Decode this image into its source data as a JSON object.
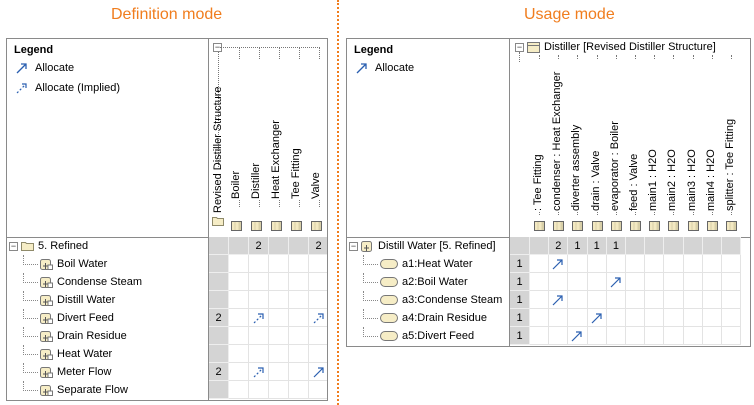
{
  "titles": {
    "definition": "Definition mode",
    "usage": "Usage mode"
  },
  "colors": {
    "accent": "#f07d1e",
    "arrow": "#2a5fb0",
    "gray": "#d4d4d4"
  },
  "definition": {
    "legend": {
      "title": "Legend",
      "items": [
        {
          "label": "Allocate",
          "icon": "allocate-arrow-icon"
        },
        {
          "label": "Allocate (Implied)",
          "icon": "allocate-implied-arrow-icon"
        }
      ]
    },
    "header_root": "Revised Distiller Structure",
    "columns": [
      "Boiler",
      "Distiller",
      "Heat Exchanger",
      "Tee Fitting",
      "Valve"
    ],
    "root_row": {
      "label": "5. Refined",
      "counts": [
        "",
        "2",
        "",
        "",
        "2"
      ]
    },
    "rows": [
      {
        "label": "Boil Water",
        "count": ""
      },
      {
        "label": "Condense Steam",
        "count": ""
      },
      {
        "label": "Distill Water",
        "count": ""
      },
      {
        "label": "Divert Feed",
        "count": "2"
      },
      {
        "label": "Drain Residue",
        "count": ""
      },
      {
        "label": "Heat Water",
        "count": ""
      },
      {
        "label": "Meter Flow",
        "count": "2"
      },
      {
        "label": "Separate Flow",
        "count": ""
      }
    ]
  },
  "usage": {
    "legend": {
      "title": "Legend",
      "items": [
        {
          "label": "Allocate",
          "icon": "allocate-arrow-icon"
        }
      ]
    },
    "header_root": "Distiller [Revised Distiller Structure]",
    "columns": [
      ": Tee Fitting",
      "condenser : Heat Exchanger",
      "diverter assembly",
      "drain : Valve",
      "evaporator : Boiler",
      "feed : Valve",
      "main1 : H2O",
      "main2 : H2O",
      "main3 : H2O",
      "main4 : H2O",
      "splitter : Tee Fitting"
    ],
    "root_row": {
      "label": "Distill Water [5. Refined]",
      "counts": [
        "",
        "2",
        "1",
        "1",
        "1",
        "",
        "",
        "",
        "",
        "",
        ""
      ]
    },
    "rows": [
      {
        "label": "a1:Heat Water",
        "count": "1"
      },
      {
        "label": "a2:Boil Water",
        "count": "1"
      },
      {
        "label": "a3:Condense Steam",
        "count": "1"
      },
      {
        "label": "a4:Drain Residue",
        "count": "1"
      },
      {
        "label": "a5:Divert Feed",
        "count": "1"
      }
    ]
  }
}
